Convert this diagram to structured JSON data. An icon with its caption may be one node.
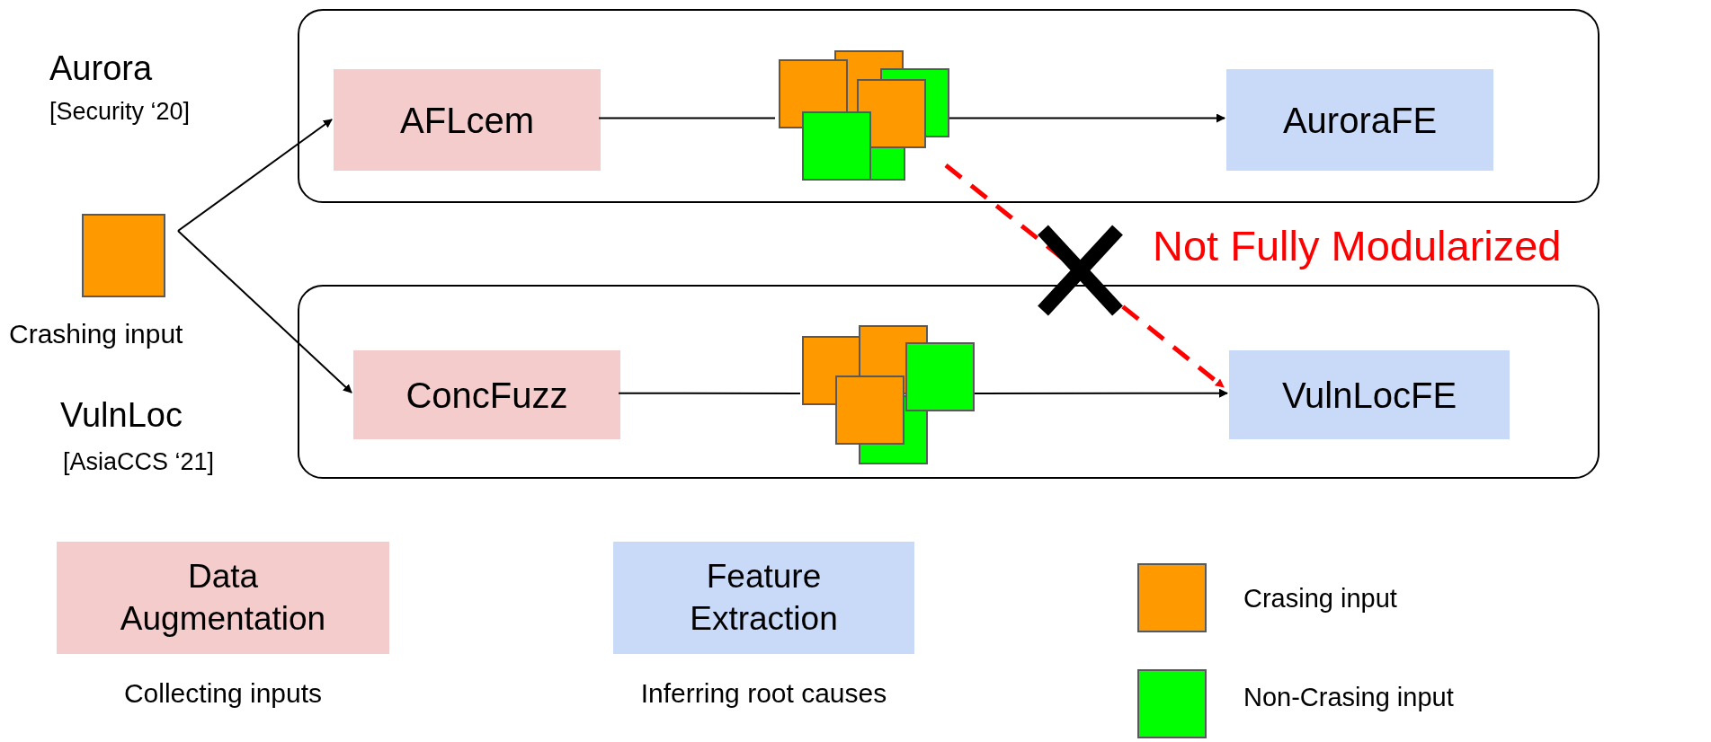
{
  "diagram": {
    "nodes": [
      {
        "text": [],
        "shape": "box",
        "beside": [
          "Aurora",
          "[Security ‘20]"
        ]
      },
      {
        "text": [
          "AFLcem"
        ],
        "in": 0
      },
      {
        "text": [],
        "shape": "picture",
        "in": 0
      },
      {
        "text": [
          "AuroraFE"
        ],
        "in": 0
      },
      {
        "text": [],
        "shape": "box",
        "beside": [
          "Crashing input"
        ]
      },
      {
        "text": [],
        "shape": "box",
        "beside": [
          "VulnLoc",
          "[AsiaCCS ‘21]"
        ]
      },
      {
        "text": [
          "ConcFuzz"
        ],
        "in": 5
      },
      {
        "text": [],
        "shape": "picture",
        "in": 5
      },
      {
        "text": [
          "VulnLocFE"
        ],
        "in": 5
      }
    ],
    "edges": [
      {
        "from": 4,
        "to": 1,
        "arrow": "to"
      },
      {
        "from": 4,
        "to": 6,
        "arrow": "to"
      },
      {
        "from": 1,
        "to": 2,
        "arrow": "none"
      },
      {
        "from": 2,
        "to": 3,
        "arrow": "to"
      },
      {
        "from": 6,
        "to": 7,
        "arrow": "none"
      },
      {
        "from": 7,
        "to": 8,
        "arrow": "to"
      },
      {
        "from": 2,
        "to": 8,
        "arrow": "to",
        "style": "dashed",
        "color": "#ff0000",
        "label": "Not Fully Modularized"
      }
    ],
    "labels": [
      "Collecting inputs",
      "Inferring root causes"
    ],
    "legend": [
      {
        "text": "Data Augmentation",
        "color": "#f4cccc"
      },
      {
        "text": "Feature Extraction",
        "color": "#c9daf8"
      },
      {
        "text": "Crasing input",
        "color": "#ff9900"
      },
      {
        "text": "Non-Crasing input",
        "color": "#00ff00"
      }
    ]
  }
}
